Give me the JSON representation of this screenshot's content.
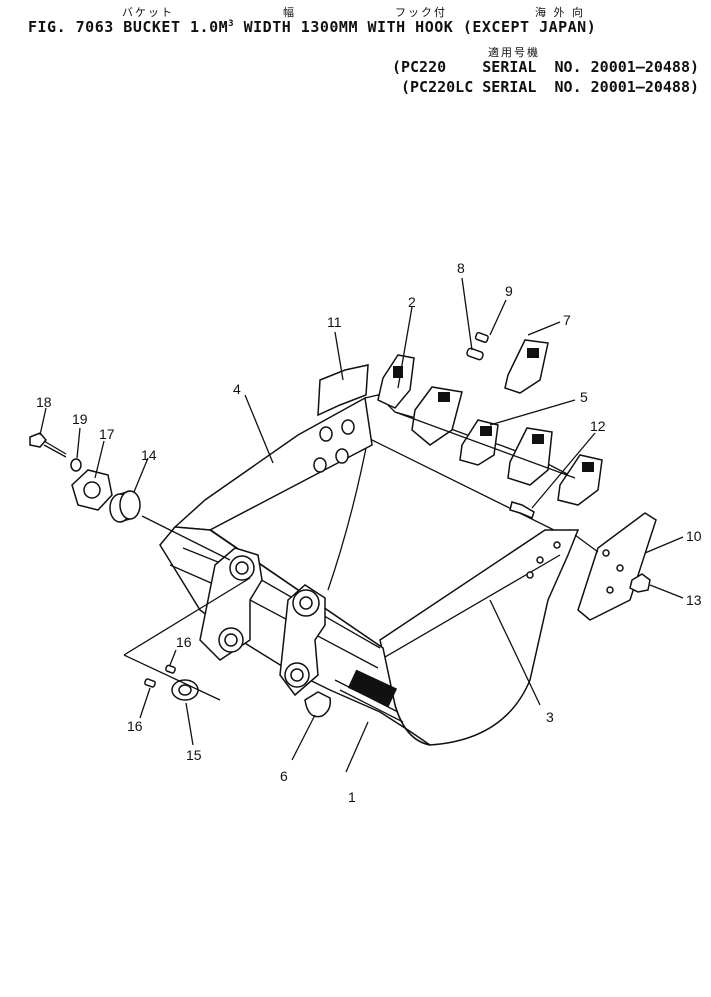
{
  "header": {
    "jp_bucket": "バケット",
    "jp_width": "幅",
    "jp_hook": "フック付",
    "jp_overseas": "海 外 向",
    "title_pre": "FIG. 7063  BUCKET  1.0M",
    "title_sup": "3",
    "title_post": "  WIDTH  1300MM WITH HOOK  (EXCEPT JAPAN)",
    "jp_applicable": "適用号機",
    "serial_1": "(PC220    SERIAL  NO. 20001—20488)",
    "serial_2": "(PC220LC SERIAL  NO. 20001—20488)"
  },
  "callouts": [
    {
      "id": "c1",
      "label": "1"
    },
    {
      "id": "c2",
      "label": "2"
    },
    {
      "id": "c3",
      "label": "3"
    },
    {
      "id": "c4",
      "label": "4"
    },
    {
      "id": "c5",
      "label": "5"
    },
    {
      "id": "c6",
      "label": "6"
    },
    {
      "id": "c7",
      "label": "7"
    },
    {
      "id": "c8",
      "label": "8"
    },
    {
      "id": "c9",
      "label": "9"
    },
    {
      "id": "c10",
      "label": "10"
    },
    {
      "id": "c11",
      "label": "11"
    },
    {
      "id": "c12",
      "label": "12"
    },
    {
      "id": "c13",
      "label": "13"
    },
    {
      "id": "c14",
      "label": "14"
    },
    {
      "id": "c15",
      "label": "15"
    },
    {
      "id": "c16a",
      "label": "16"
    },
    {
      "id": "c16b",
      "label": "16"
    },
    {
      "id": "c17",
      "label": "17"
    },
    {
      "id": "c18",
      "label": "18"
    },
    {
      "id": "c19",
      "label": "19"
    }
  ]
}
